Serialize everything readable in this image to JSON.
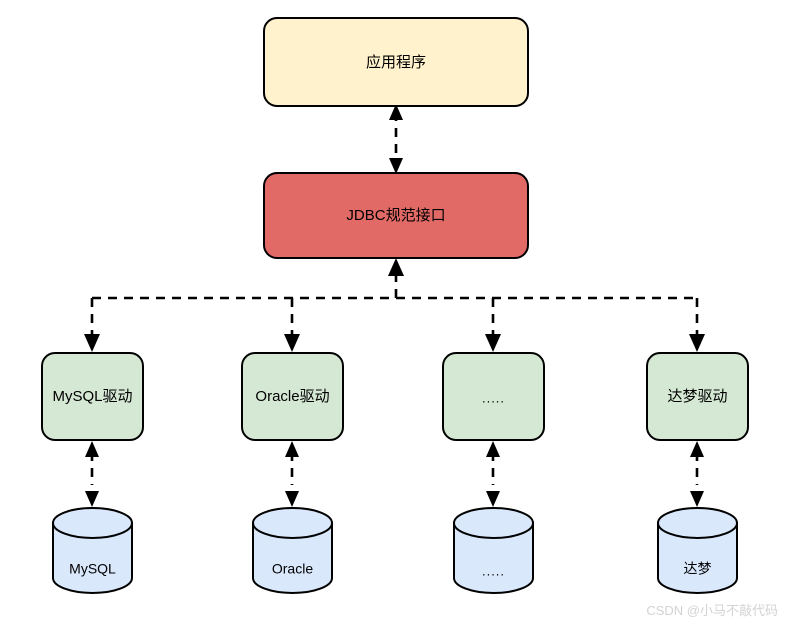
{
  "diagram": {
    "title_node": {
      "id": "application",
      "label": "应用程序",
      "fill": "#fff2cc",
      "stroke": "#000000"
    },
    "spec_node": {
      "id": "jdbc-spec",
      "label": "JDBC规范接口",
      "fill": "#e16a66",
      "stroke": "#000000"
    },
    "drivers": [
      {
        "id": "mysql-driver",
        "label": "MySQL驱动",
        "fill": "#d5e8d4"
      },
      {
        "id": "oracle-driver",
        "label": "Oracle驱动",
        "fill": "#d5e8d4"
      },
      {
        "id": "other-driver",
        "label": ".....",
        "fill": "#d5e8d4"
      },
      {
        "id": "dameng-driver",
        "label": "达梦驱动",
        "fill": "#d5e8d4"
      }
    ],
    "databases": [
      {
        "id": "mysql-db",
        "label": "MySQL",
        "fill": "#dae8fc"
      },
      {
        "id": "oracle-db",
        "label": "Oracle",
        "fill": "#dae8fc"
      },
      {
        "id": "other-db",
        "label": ".....",
        "fill": "#dae8fc"
      },
      {
        "id": "dameng-db",
        "label": "达梦",
        "fill": "#dae8fc"
      }
    ],
    "connector_style": "dashed-bidirectional",
    "background": "#ffffff"
  },
  "watermark": {
    "text": "CSDN @小马不敲代码",
    "color": "#d3d3d3"
  }
}
